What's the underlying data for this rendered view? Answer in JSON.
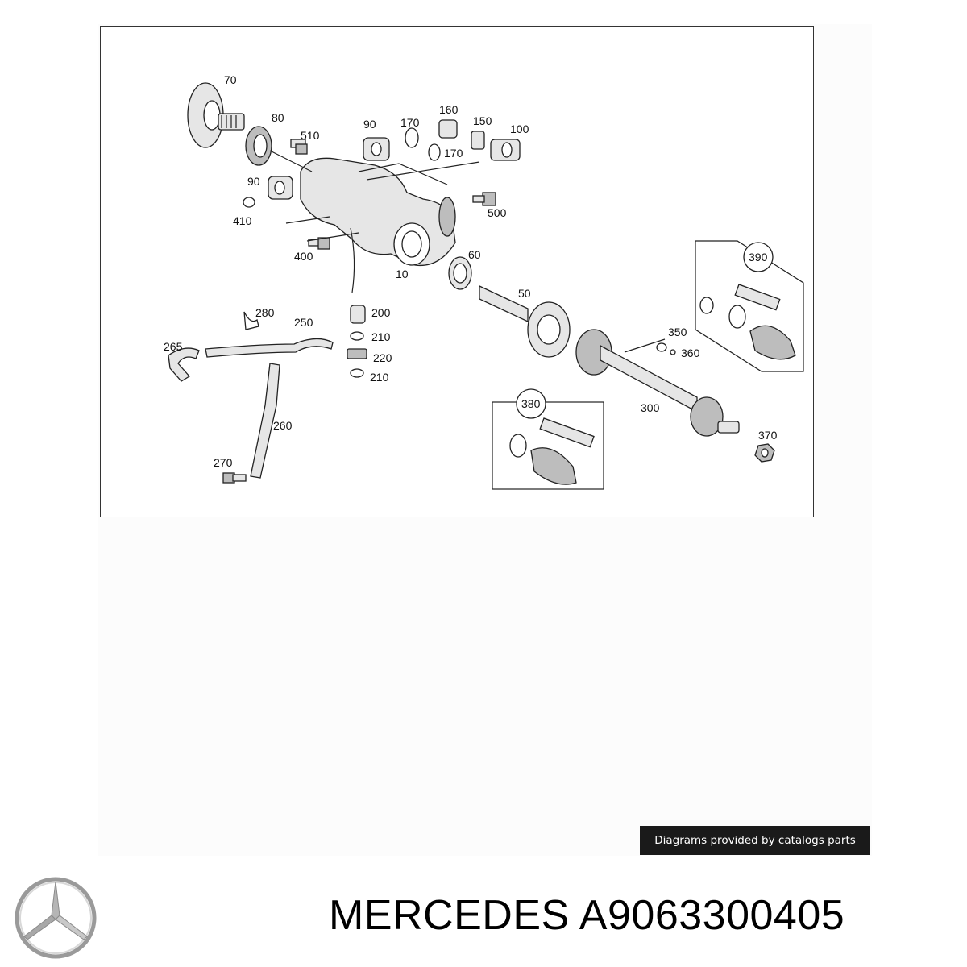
{
  "diagram": {
    "labels": {
      "l70": "70",
      "l80": "80",
      "l510": "510",
      "l90a": "90",
      "l170a": "170",
      "l160": "160",
      "l150": "150",
      "l100": "100",
      "l170b": "170",
      "l90b": "90",
      "l410": "410",
      "l500": "500",
      "l400": "400",
      "l10": "10",
      "l60": "60",
      "l50": "50",
      "l390": "390",
      "l280": "280",
      "l250": "250",
      "l200": "200",
      "l210a": "210",
      "l220": "220",
      "l210b": "210",
      "l265": "265",
      "l350": "350",
      "l360": "360",
      "l300": "300",
      "l380": "380",
      "l260": "260",
      "l370": "370",
      "l270": "270"
    }
  },
  "credit": "Diagrams provided by catalogs parts",
  "brand": "MERCEDES",
  "part_number": "A9063300405",
  "icons": {
    "logo": "mercedes-star-logo"
  }
}
